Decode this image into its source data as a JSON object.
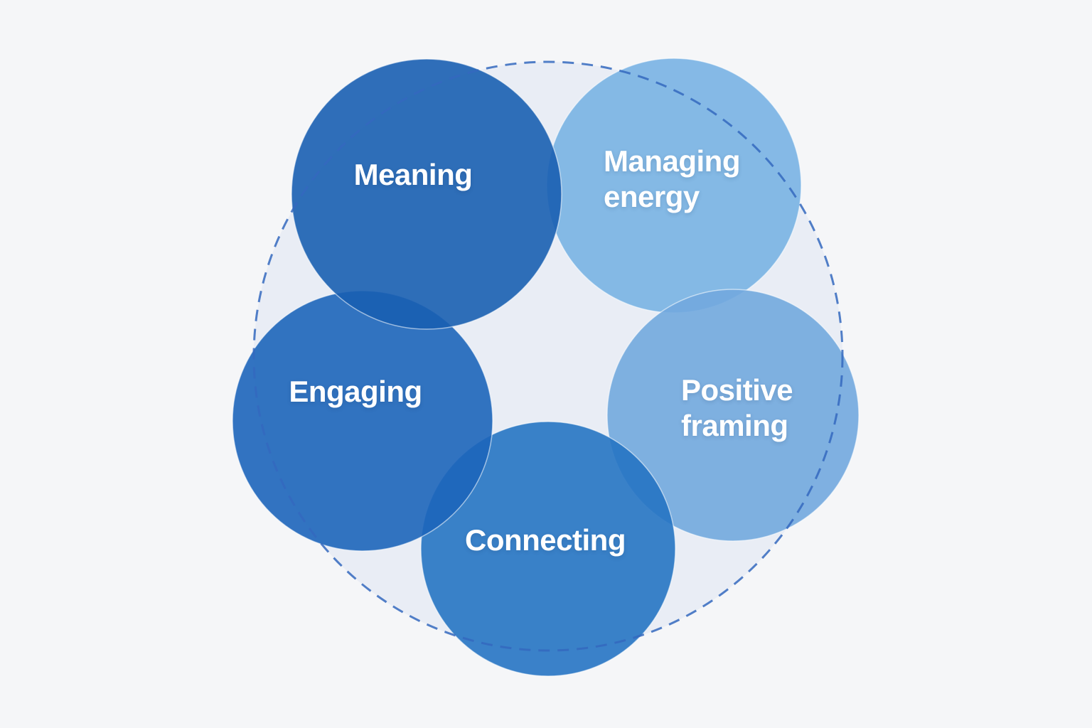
{
  "diagram": {
    "background_color": "#f5f6f8",
    "outer_circle": {
      "fill_color": "#e9edf5",
      "dash_stroke_color": "#3468be"
    },
    "edge_stroke_color": "#ffffff",
    "label_text_color": "#ffffff",
    "circles": [
      {
        "id": "meaning",
        "label": "Meaning",
        "color": "#1a5fb1"
      },
      {
        "id": "managing-energy",
        "label": "Managing energy",
        "color": "#79b2e3"
      },
      {
        "id": "engaging",
        "label": "Engaging",
        "color": "#1d65ba"
      },
      {
        "id": "positive-framing",
        "label": "Positive framing",
        "color": "#72a9de"
      },
      {
        "id": "connecting",
        "label": "Connecting",
        "color": "#2674c3"
      }
    ]
  }
}
